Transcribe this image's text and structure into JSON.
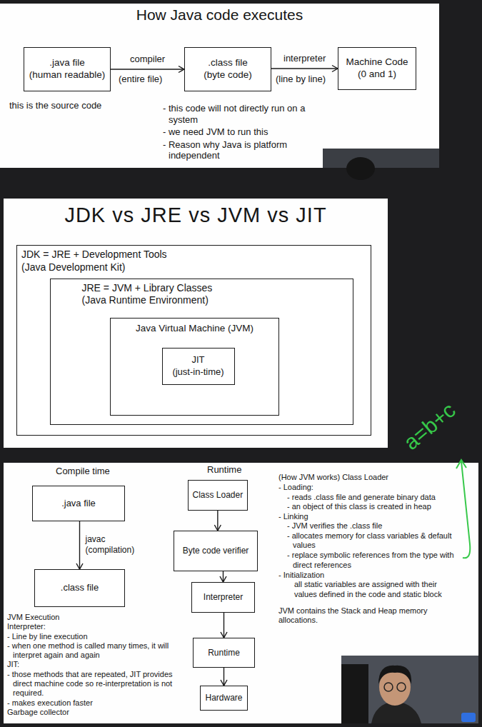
{
  "diagram": {
    "title": "How Java code executes",
    "nodes": [
      {
        "text": [
          ".java file",
          "(human readable)"
        ]
      },
      {
        "text": [
          ".class file",
          "(byte code)"
        ]
      },
      {
        "text": [
          "Machine Code",
          "(0 and 1)"
        ]
      },
      {
        "text": [
          "JDK = JRE + Development Tools",
          "(Java Development Kit)"
        ]
      },
      {
        "text": [
          "JRE = JVM + Library Classes",
          "(Java Runtime Environment)"
        ],
        "in": 3
      },
      {
        "text": [
          "Java Virtual Machine (JVM)"
        ],
        "in": 4
      },
      {
        "text": [
          "JIT",
          "(just-in-time)"
        ],
        "in": 5
      },
      {
        "text": [
          ".java file"
        ]
      },
      {
        "text": [
          ".class file"
        ]
      },
      {
        "text": [
          "Class Loader"
        ]
      },
      {
        "text": [
          "Byte code verifier"
        ]
      },
      {
        "text": [
          "Interpreter"
        ]
      },
      {
        "text": [
          "Runtime"
        ]
      },
      {
        "text": [
          "Hardware"
        ]
      }
    ],
    "edges": [
      {
        "from": 0,
        "to": 1,
        "label": "compiler",
        "arrow": "to"
      },
      {
        "from": 1,
        "to": 2,
        "label": "interpreter",
        "arrow": "to"
      },
      {
        "from": 7,
        "to": 8,
        "label": "javac (compilation)",
        "arrow": "to"
      },
      {
        "from": 9,
        "to": 10,
        "arrow": "to"
      },
      {
        "from": 10,
        "to": 11,
        "arrow": "to"
      },
      {
        "from": 11,
        "to": 12,
        "arrow": "to"
      },
      {
        "from": 12,
        "to": 13,
        "arrow": "to"
      }
    ],
    "labels": [
      "(entire file)",
      "(line by line)",
      "this is the source code",
      "- this code will not directly run on a system",
      "- we need JVM to run this",
      "- Reason why Java is platform independent",
      "JDK vs JRE vs JVM vs JIT",
      "a=b+c",
      "Compile time",
      "Runtime",
      "(How JVM works) Class Loader",
      "- Loading:",
      "- reads .class file and generate binary data",
      "- an object of this class is created in heap",
      "- Linking",
      "- JVM verifies the .class file",
      "- allocates memory for class variables & default values",
      "- replace symbolic references from the type with direct references",
      "- Initialization",
      "all static variables are assigned with their values defined in the code and static block",
      "JVM contains the Stack and Heap memory allocations.",
      "JVM Execution",
      "Interpreter:",
      "- Line by line execution",
      "- when one method is called many times, it will interpret again and again",
      "JIT:",
      "- those methods that are repeated, JIT provides direct machine code so re-interpretation is not required.",
      "- makes execution faster",
      "Garbage collector"
    ]
  }
}
